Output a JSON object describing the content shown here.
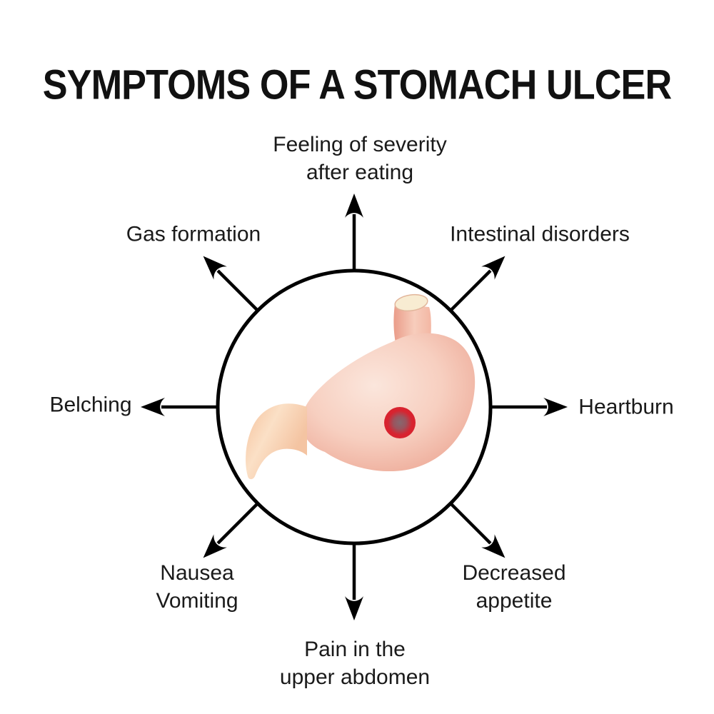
{
  "title": "SYMPTOMS OF A STOMACH ULCER",
  "diagram": {
    "center_illustration": "stomach-with-ulcer",
    "colors": {
      "outline": "#000000",
      "text": "#1a1a1a",
      "stomach_body_light": "#fbe6dc",
      "stomach_body_dark": "#eba28f",
      "esophagus_opening": "#f8ecd2",
      "esophagus_dark": "#ea9c89",
      "duodenum_light": "#fbe0c6",
      "duodenum_dark": "#f5c19c",
      "ulcer_ring": "#d8232f",
      "ulcer_core": "#86686f"
    }
  },
  "symptoms": [
    {
      "id": "feeling-of-severity-after-eating",
      "direction": "top",
      "lines": [
        "Feeling of severity",
        "after eating"
      ]
    },
    {
      "id": "intestinal-disorders",
      "direction": "top-right",
      "lines": [
        "Intestinal disorders"
      ]
    },
    {
      "id": "heartburn",
      "direction": "right",
      "lines": [
        "Heartburn"
      ]
    },
    {
      "id": "decreased-appetite",
      "direction": "bottom-right",
      "lines": [
        "Decreased",
        "appetite"
      ]
    },
    {
      "id": "pain-in-the-upper-abdomen",
      "direction": "bottom",
      "lines": [
        "Pain in the",
        "upper abdomen"
      ]
    },
    {
      "id": "nausea-vomiting",
      "direction": "bottom-left",
      "lines": [
        "Nausea",
        "Vomiting"
      ]
    },
    {
      "id": "belching",
      "direction": "left",
      "lines": [
        "Belching"
      ]
    },
    {
      "id": "gas-formation",
      "direction": "top-left",
      "lines": [
        "Gas formation"
      ]
    }
  ]
}
